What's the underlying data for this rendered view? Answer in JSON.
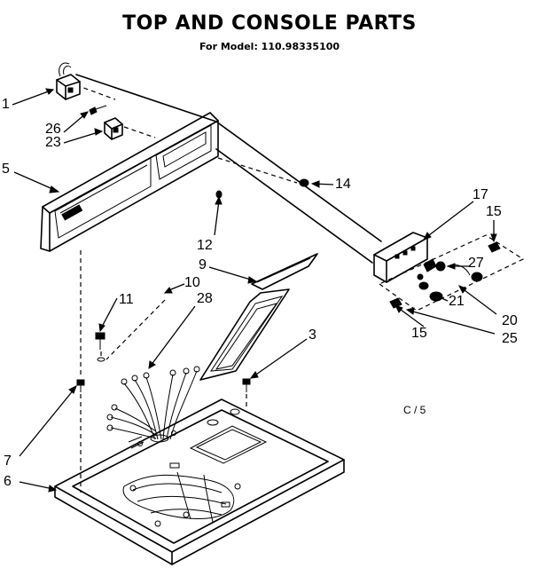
{
  "title": "TOP AND CONSOLE PARTS",
  "subtitle": "For Model: 110.98335100",
  "corner_mark": "",
  "page_code": "C / 5",
  "callouts": [
    {
      "id": "c1",
      "label": "1"
    },
    {
      "id": "c26",
      "label": "26"
    },
    {
      "id": "c23",
      "label": "23"
    },
    {
      "id": "c5",
      "label": "5"
    },
    {
      "id": "c14",
      "label": "14"
    },
    {
      "id": "c17",
      "label": "17"
    },
    {
      "id": "c15a",
      "label": "15"
    },
    {
      "id": "c12",
      "label": "12"
    },
    {
      "id": "c9",
      "label": "9"
    },
    {
      "id": "c10",
      "label": "10"
    },
    {
      "id": "c28",
      "label": "28"
    },
    {
      "id": "c11",
      "label": "11"
    },
    {
      "id": "c27",
      "label": "27"
    },
    {
      "id": "c21",
      "label": "21"
    },
    {
      "id": "c20",
      "label": "20"
    },
    {
      "id": "c15b",
      "label": "15"
    },
    {
      "id": "c25",
      "label": "25"
    },
    {
      "id": "c3",
      "label": "3"
    },
    {
      "id": "c7",
      "label": "7"
    },
    {
      "id": "c6",
      "label": "6"
    }
  ]
}
